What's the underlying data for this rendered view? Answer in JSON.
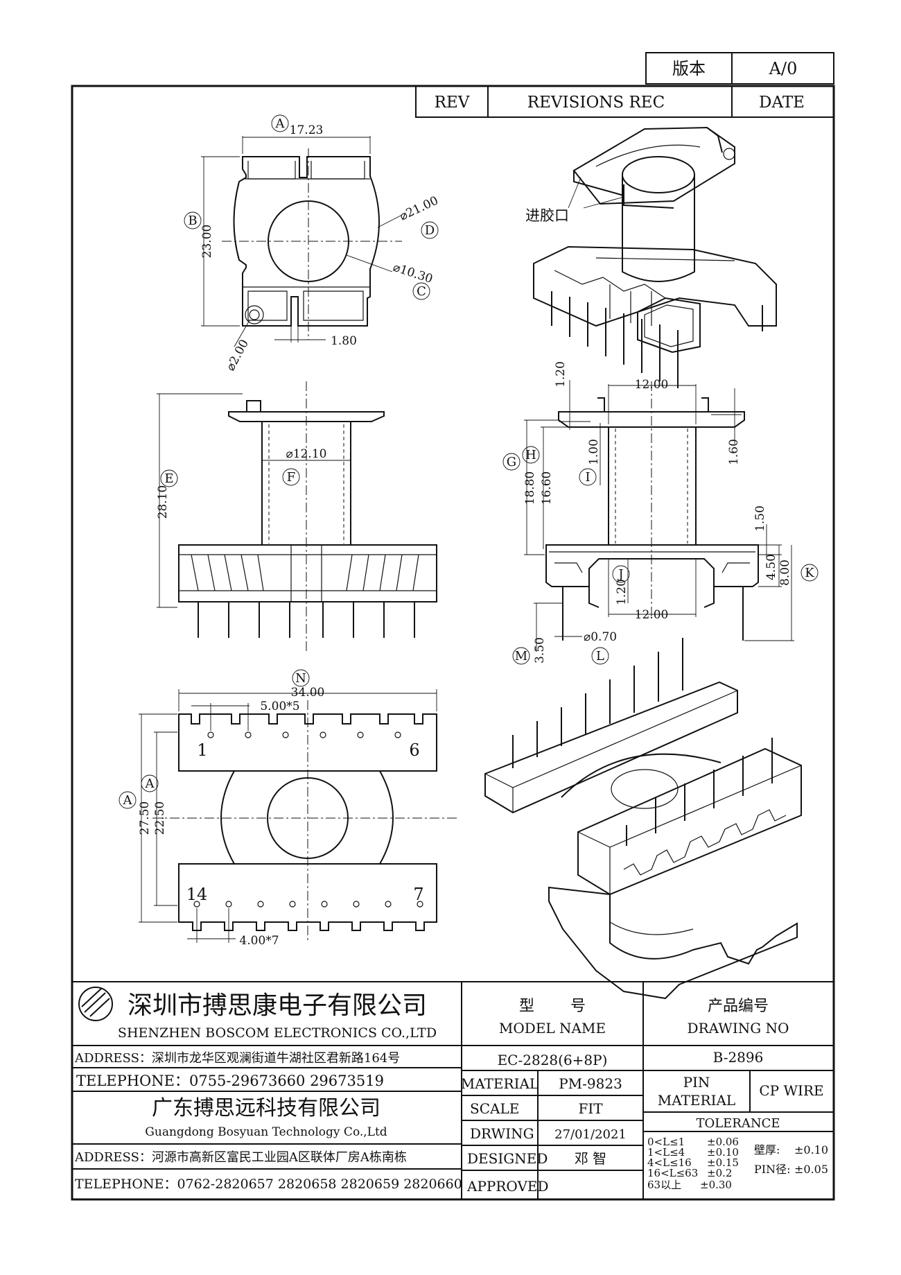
{
  "revision": {
    "version_label": "版本",
    "version_value": "A/0",
    "rev": "REV",
    "revisions_rec": "REVISIONS REC",
    "date": "DATE"
  },
  "top_view": {
    "dim_a_value": "17.23",
    "dim_a_tag": "A",
    "dim_b_value": "23.00",
    "dim_b_tag": "B",
    "dia_outer": "⌀21.00",
    "dia_outer_tag": "D",
    "dia_inner": "⌀10.30",
    "dia_inner_tag": "C",
    "dia_hole": "⌀2.00",
    "slot": "1.80"
  },
  "iso_top": {
    "gate_label": "进胶口"
  },
  "front_view": {
    "height": "28.10",
    "height_tag": "E",
    "core_dia": "⌀12.10",
    "core_tag": "F"
  },
  "side_view": {
    "d_120_top": "1.20",
    "d_1200_top": "12.00",
    "d_188": "18.80",
    "d_188_tag": "G",
    "d_166": "16.60",
    "d_166_tag": "H",
    "d_100": "1.00",
    "d_100_tag": "I",
    "d_160": "1.60",
    "d_150": "1.50",
    "d_450": "4.50",
    "d_800": "8.00",
    "d_800_tag": "K",
    "d_120_mid": "1.20",
    "d_120_mid_tag": "J",
    "d_1200_bot": "12.00",
    "d_350": "3.50",
    "d_350_tag": "M",
    "d_pin": "⌀0.70",
    "d_pin_tag": "L"
  },
  "bottom_view": {
    "width": "34.00",
    "width_tag": "N",
    "pitch_top": "5.00*5",
    "pitch_bot": "4.00*7",
    "d_275": "27.50",
    "d_275_tag": "A",
    "d_225": "22.50",
    "d_225_tag": "A",
    "pin_1": "1",
    "pin_6": "6",
    "pin_14": "14",
    "pin_7": "7"
  },
  "title_block": {
    "company_cn": "深圳市搏思康电子有限公司",
    "company_en": "SHENZHEN BOSCOM ELECTRONICS CO.,LTD",
    "address1": "ADDRESS：深圳市龙华区观澜街道牛湖社区君新路164号",
    "telephone1": "TELEPHONE：0755-29673660 29673519",
    "company2_cn": "广东搏思远科技有限公司",
    "company2_en": "Guangdong Bosyuan Technology Co.,Ltd",
    "address2": "ADDRESS：河源市高新区富民工业园A区联体厂房A栋南栋",
    "telephone2": "TELEPHONE：0762-2820657 2820658 2820659 2820660",
    "model_label_cn_a": "型",
    "model_label_cn_b": "号",
    "model_label_en": "MODEL NAME",
    "drawing_label_cn": "产品编号",
    "drawing_label_en": "DRAWING NO",
    "model_value": "EC-2828(6+8P)",
    "drawing_value": "B-2896",
    "material_label": "MATERIAL",
    "material_value": "PM-9823",
    "pin_material_label_a": "PIN",
    "pin_material_label_b": "MATERIAL",
    "pin_material_value": "CP WIRE",
    "scale_label": "SCALE",
    "scale_value": "FIT",
    "drwing_label": "DRWING",
    "drwing_value": "27/01/2021",
    "designed_label": "DESIGNED",
    "designed_value": "邓 智",
    "approved_label": "APPROVED",
    "tolerance_label": "TOLERANCE",
    "tolerance_rows": [
      {
        "range": "0<L≤1",
        "value": "±0.06"
      },
      {
        "range": "1<L≤4",
        "value": "±0.10"
      },
      {
        "range": "4<L≤16",
        "value": "±0.15"
      },
      {
        "range": "16<L≤63",
        "value": "±0.2"
      },
      {
        "range": "63以上",
        "value": "±0.30"
      }
    ],
    "wall_label": "壁厚:",
    "wall_value": "±0.10",
    "pin_dia_label": "PIN径:",
    "pin_dia_value": "±0.05"
  }
}
